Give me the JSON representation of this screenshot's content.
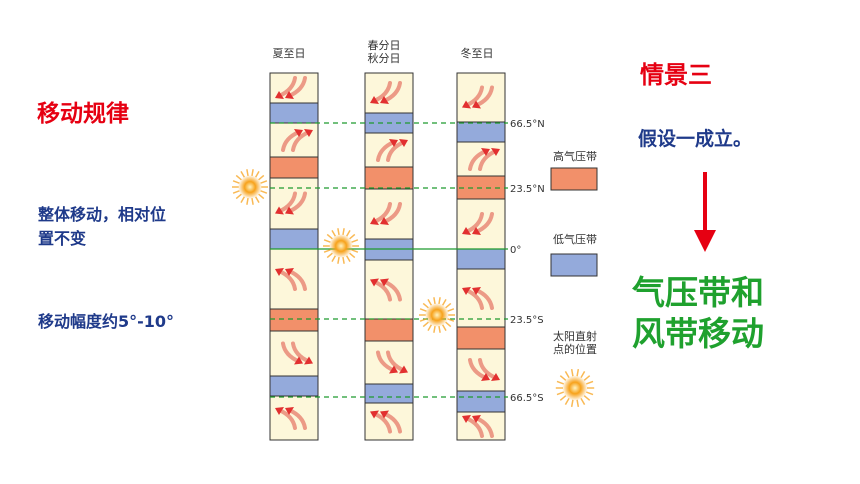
{
  "left_panel": {
    "title": "移动规律",
    "description_lines": [
      "整体移动，相对位",
      "置不变"
    ],
    "amplitude": "移动幅度约5°-10°"
  },
  "right_panel": {
    "title": "情景三",
    "assumption": "假设一成立。",
    "result_lines": [
      "气压带和",
      "风带移动"
    ]
  },
  "diagram": {
    "columns": [
      {
        "label_lines": [
          "夏至日"
        ]
      },
      {
        "label_lines": [
          "春分日",
          "秋分日"
        ]
      },
      {
        "label_lines": [
          "冬至日"
        ]
      }
    ],
    "latitudes": [
      "66.5°N",
      "23.5°N",
      "0°",
      "23.5°S",
      "66.5°S"
    ],
    "legend": {
      "high": "高气压带",
      "low": "低气压带",
      "sun": [
        "太阳直射",
        "点的位置"
      ]
    },
    "colors": {
      "high_pressure": "#f2906a",
      "low_pressure": "#94aadb",
      "wind_cell": "#fdf7da",
      "arrow": "#e23030",
      "dashed_line": "#1f9a2e",
      "sun": "#f7a21b"
    }
  }
}
